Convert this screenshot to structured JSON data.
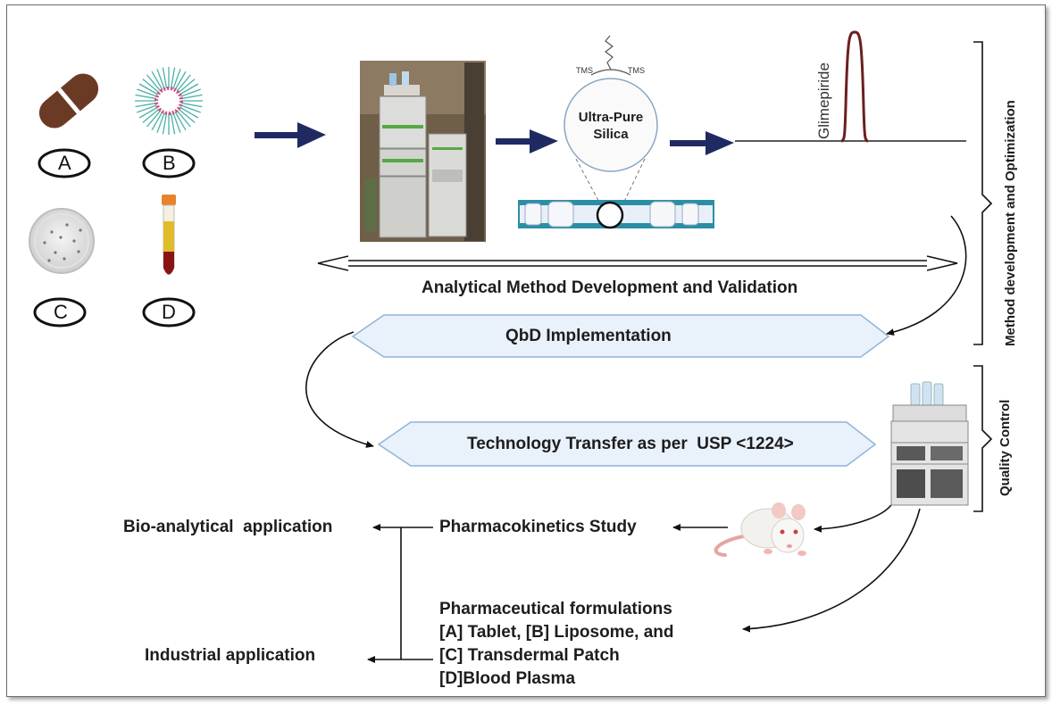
{
  "sample_labels": [
    "A",
    "B",
    "C",
    "D"
  ],
  "column": {
    "particle_label": "Ultra-Pure Silica",
    "particle_line1": "Ultra-Pure",
    "particle_line2": "Silica",
    "ligand_label": "TMS"
  },
  "chromatogram": {
    "peak_label": "Glimepiride"
  },
  "stages": {
    "method_dev": "Analytical Method Development and Validation",
    "qbd": "QbD Implementation",
    "tech_transfer": "Technology Transfer as per  USP <1224>",
    "pk_study": "Pharmacokinetics Study",
    "formulations": [
      "Pharmaceutical formulations",
      "[A] Tablet, [B] Liposome, and",
      "[C] Transdermal Patch",
      "[D]Blood Plasma"
    ]
  },
  "applications": {
    "bio": "Bio-analytical  application",
    "industrial": "Industrial application"
  },
  "brackets": {
    "method_opt": "Method development and Optimization",
    "quality_control": "Quality Control"
  },
  "colors": {
    "arrow_blue": "#1f2a63",
    "hexagon_fill": "#e9f1fa",
    "hexagon_stroke": "#8fb4d9",
    "peak": "#6b1f1f",
    "tablet": "#6b3a24"
  }
}
